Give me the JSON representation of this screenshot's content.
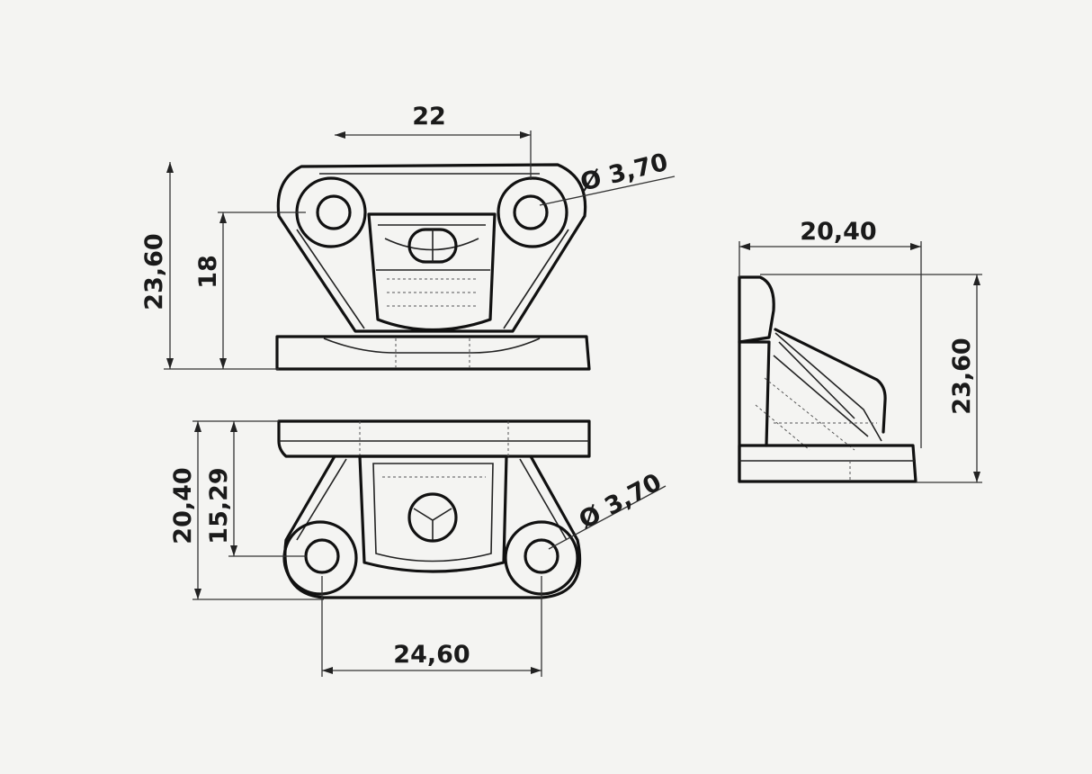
{
  "dimensions": {
    "top_width": "22",
    "top_hole_diameter": "Ø 3,70",
    "top_total_height": "23,60",
    "top_hole_height": "18",
    "bottom_total_height": "20,40",
    "bottom_hole_height": "15,29",
    "bottom_hole_diameter": "Ø 3,70",
    "bottom_hole_spacing": "24,60",
    "side_width": "20,40",
    "side_height": "23,60"
  },
  "colors": {
    "background": "#f4f4f2",
    "line": "#111111"
  }
}
